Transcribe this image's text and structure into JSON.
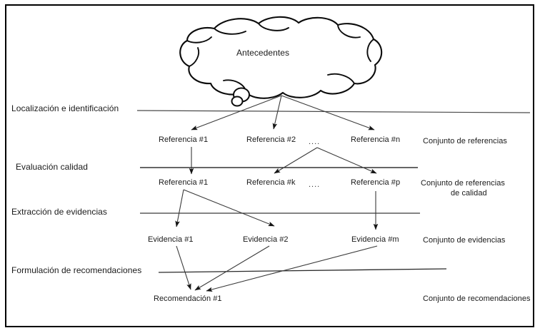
{
  "diagram": {
    "title": "Antecedentes",
    "cloud": {
      "label": "Antecedentes"
    },
    "stages": [
      {
        "id": "localizacion",
        "label": "Localización e identificación"
      },
      {
        "id": "evaluacion",
        "label": "Evaluación calidad"
      },
      {
        "id": "extraccion",
        "label": "Extracción de evidencias"
      },
      {
        "id": "formulacion",
        "label": "Formulación de recomendaciones"
      }
    ],
    "rows": [
      {
        "id": "referencias",
        "nodes": [
          {
            "label": "Referencia #1"
          },
          {
            "label": "Referencia #2"
          },
          {
            "label": "Referencia #n"
          }
        ],
        "ellipsis": "....",
        "side_label": "Conjunto de referencias"
      },
      {
        "id": "referencias-calidad",
        "nodes": [
          {
            "label": "Referencia #1"
          },
          {
            "label": "Referencia #k"
          },
          {
            "label": "Referencia #p"
          }
        ],
        "ellipsis": "....",
        "side_label_line1": "Conjunto de referencias",
        "side_label_line2": "de calidad"
      },
      {
        "id": "evidencias",
        "nodes": [
          {
            "label": "Evidencia #1"
          },
          {
            "label": "Evidencia #2"
          },
          {
            "label": "Evidencia #m"
          }
        ],
        "side_label": "Conjunto de evidencias"
      },
      {
        "id": "recomendaciones",
        "nodes": [
          {
            "label": "Recomendación #1"
          }
        ],
        "side_label": "Conjunto de recomendaciones"
      }
    ],
    "colors": {
      "stroke": "#000000",
      "text": "#1a1a1a",
      "arrow": "#3a3a3a",
      "background": "#ffffff"
    }
  }
}
